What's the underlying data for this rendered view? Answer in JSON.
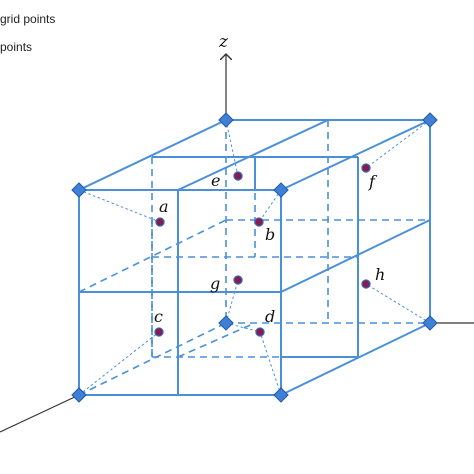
{
  "legend": {
    "line1": "grid points",
    "line2": "points"
  },
  "axes": {
    "z_label": "z"
  },
  "points": {
    "a": "a",
    "b": "b",
    "c": "c",
    "d": "d",
    "e": "e",
    "f": "f",
    "g": "g",
    "h": "h"
  },
  "colors": {
    "grid_lines": "#4a90d9",
    "grid_nodes": "#3f7fd6",
    "point_fill": "#8a1a4a"
  }
}
